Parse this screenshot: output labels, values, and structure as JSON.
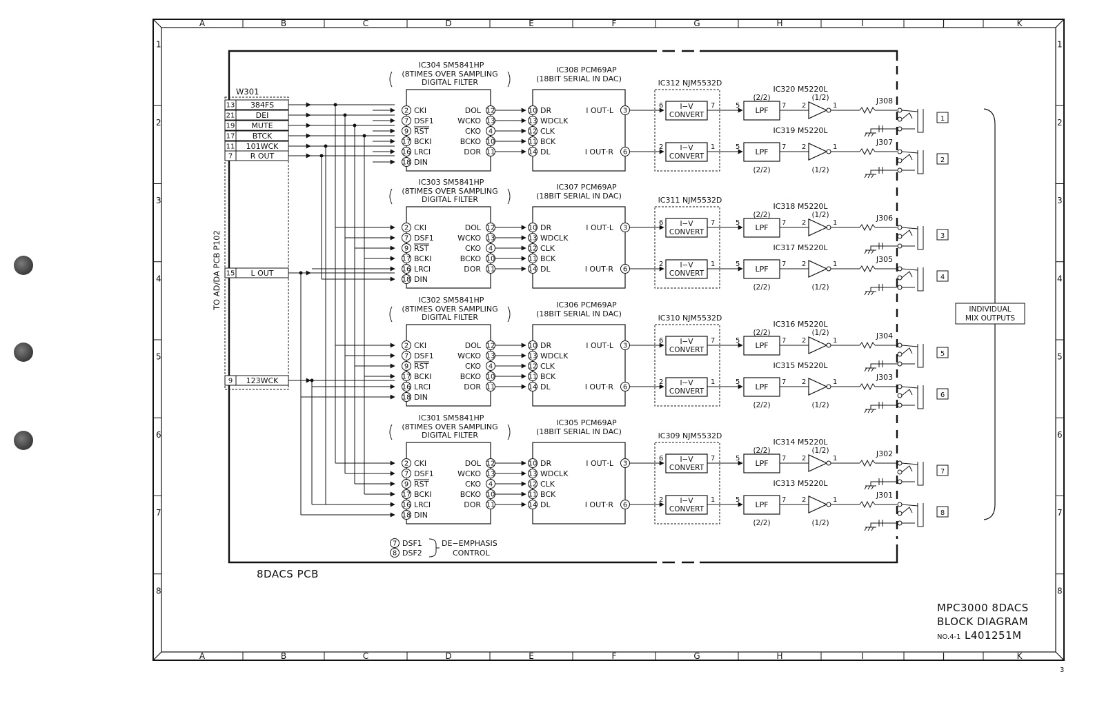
{
  "grid": {
    "cols": [
      "A",
      "B",
      "C",
      "D",
      "E",
      "F",
      "G",
      "H",
      "I",
      "J",
      "K"
    ],
    "rows": [
      "1",
      "2",
      "3",
      "4",
      "5",
      "6",
      "7",
      "8"
    ],
    "page_number": "3"
  },
  "board_label": "8DACS PCB",
  "title_block": {
    "line1": "MPC3000 8DACS",
    "line2": "BLOCK DIAGRAM",
    "doc_prefix": "NO.4-1",
    "doc_number": "L401251M"
  },
  "connector": {
    "name": "W301",
    "side_label": "TO AD/DA PCB P102",
    "pins": [
      {
        "num": "13",
        "label": "384FS"
      },
      {
        "num": "21",
        "label": "DEI"
      },
      {
        "num": "19",
        "label": "MUTE"
      },
      {
        "num": "17",
        "label": "BTCK"
      },
      {
        "num": "11",
        "label": "101WCK"
      },
      {
        "num": "7",
        "label": "R OUT"
      },
      {
        "num": "15",
        "label": "L OUT"
      },
      {
        "num": "9",
        "label": "123WCK"
      }
    ]
  },
  "filter_pins": {
    "inputs": [
      {
        "num": "2",
        "name": "CKI"
      },
      {
        "num": "7",
        "name": "DSF1"
      },
      {
        "num": "9",
        "name": "RST"
      },
      {
        "num": "17",
        "name": "BCKI"
      },
      {
        "num": "16",
        "name": "LRCI"
      },
      {
        "num": "18",
        "name": "DIN"
      }
    ],
    "outputs": [
      {
        "num": "12",
        "name": "DOL"
      },
      {
        "num": "13",
        "name": "WCKO"
      },
      {
        "num": "4",
        "name": "CKO"
      },
      {
        "num": "10",
        "name": "BCKO"
      },
      {
        "num": "11",
        "name": "DOR"
      }
    ]
  },
  "dac_pins": [
    {
      "num": "10",
      "name": "DR"
    },
    {
      "num": "13",
      "name": "WDCLK"
    },
    {
      "num": "12",
      "name": "CLK"
    },
    {
      "num": "11",
      "name": "BCK"
    },
    {
      "num": "14",
      "name": "DL"
    }
  ],
  "dac_outputs": [
    {
      "label": "I OUT·L",
      "num": "3"
    },
    {
      "label": "I OUT·R",
      "num": "6"
    }
  ],
  "filter_desc": {
    "line1": "(8TIMES OVER SAMPLING",
    "line2": "DIGITAL FILTER"
  },
  "dac_desc": "(18BIT SERIAL IN DAC)",
  "iv_label": {
    "line1": "I−V",
    "line2": "CONVERT"
  },
  "lpf_label": "LPF",
  "groups": [
    {
      "filter_ic": "IC304 SM5841HP",
      "dac_ic": "IC308 PCM69AP",
      "iv_ic": "IC312 NJM5532D",
      "channels": [
        {
          "lpf_ic": "IC320 M5220L",
          "lpf_part": "(2/2)",
          "buf_part": "(1/2)",
          "jack": "J308",
          "out_num": "1",
          "iv_in": "6",
          "iv_out": "7",
          "lpf_in": "5",
          "lpf_out": "7",
          "buf_in": "2",
          "buf_out": "1"
        },
        {
          "lpf_ic": "IC319 M5220L",
          "lpf_part": "(2/2)",
          "buf_part": "(1/2)",
          "jack": "J307",
          "out_num": "2",
          "iv_in": "2",
          "iv_out": "1",
          "lpf_in": "5",
          "lpf_out": "7",
          "buf_in": "2",
          "buf_out": "1"
        }
      ]
    },
    {
      "filter_ic": "IC303 SM5841HP",
      "dac_ic": "IC307 PCM69AP",
      "iv_ic": "IC311 NJM5532D",
      "channels": [
        {
          "lpf_ic": "IC318 M5220L",
          "lpf_part": "(2/2)",
          "buf_part": "(1/2)",
          "jack": "J306",
          "out_num": "3",
          "iv_in": "6",
          "iv_out": "7",
          "lpf_in": "5",
          "lpf_out": "7",
          "buf_in": "2",
          "buf_out": "1"
        },
        {
          "lpf_ic": "IC317 M5220L",
          "lpf_part": "(2/2)",
          "buf_part": "(1/2)",
          "jack": "J305",
          "out_num": "4",
          "iv_in": "2",
          "iv_out": "1",
          "lpf_in": "5",
          "lpf_out": "7",
          "buf_in": "2",
          "buf_out": "1"
        }
      ]
    },
    {
      "filter_ic": "IC302 SM5841HP",
      "dac_ic": "IC306 PCM69AP",
      "iv_ic": "IC310 NJM5532D",
      "channels": [
        {
          "lpf_ic": "IC316 M5220L",
          "lpf_part": "(2/2)",
          "buf_part": "(1/2)",
          "jack": "J304",
          "out_num": "5",
          "iv_in": "6",
          "iv_out": "7",
          "lpf_in": "5",
          "lpf_out": "7",
          "buf_in": "2",
          "buf_out": "1"
        },
        {
          "lpf_ic": "IC315 M5220L",
          "lpf_part": "(2/2)",
          "buf_part": "(1/2)",
          "jack": "J303",
          "out_num": "6",
          "iv_in": "2",
          "iv_out": "1",
          "lpf_in": "5",
          "lpf_out": "7",
          "buf_in": "2",
          "buf_out": "1"
        }
      ]
    },
    {
      "filter_ic": "IC301 SM5841HP",
      "dac_ic": "IC305 PCM69AP",
      "iv_ic": "IC309 NJM5532D",
      "channels": [
        {
          "lpf_ic": "IC314 M5220L",
          "lpf_part": "(2/2)",
          "buf_part": "(1/2)",
          "jack": "J302",
          "out_num": "7",
          "iv_in": "6",
          "iv_out": "7",
          "lpf_in": "5",
          "lpf_out": "7",
          "buf_in": "2",
          "buf_out": "1"
        },
        {
          "lpf_ic": "IC313 M5220L",
          "lpf_part": "(2/2)",
          "buf_part": "(1/2)",
          "jack": "J301",
          "out_num": "8",
          "iv_in": "2",
          "iv_out": "1",
          "lpf_in": "5",
          "lpf_out": "7",
          "buf_in": "2",
          "buf_out": "1"
        }
      ]
    }
  ],
  "outputs_label": {
    "line1": "INDIVIDUAL",
    "line2": "MIX OUTPUTS"
  },
  "legend": {
    "items": [
      {
        "num": "7",
        "name": "DSF1"
      },
      {
        "num": "8",
        "name": "DSF2"
      }
    ],
    "line1": "DE−EMPHASIS",
    "line2": "CONTROL"
  }
}
